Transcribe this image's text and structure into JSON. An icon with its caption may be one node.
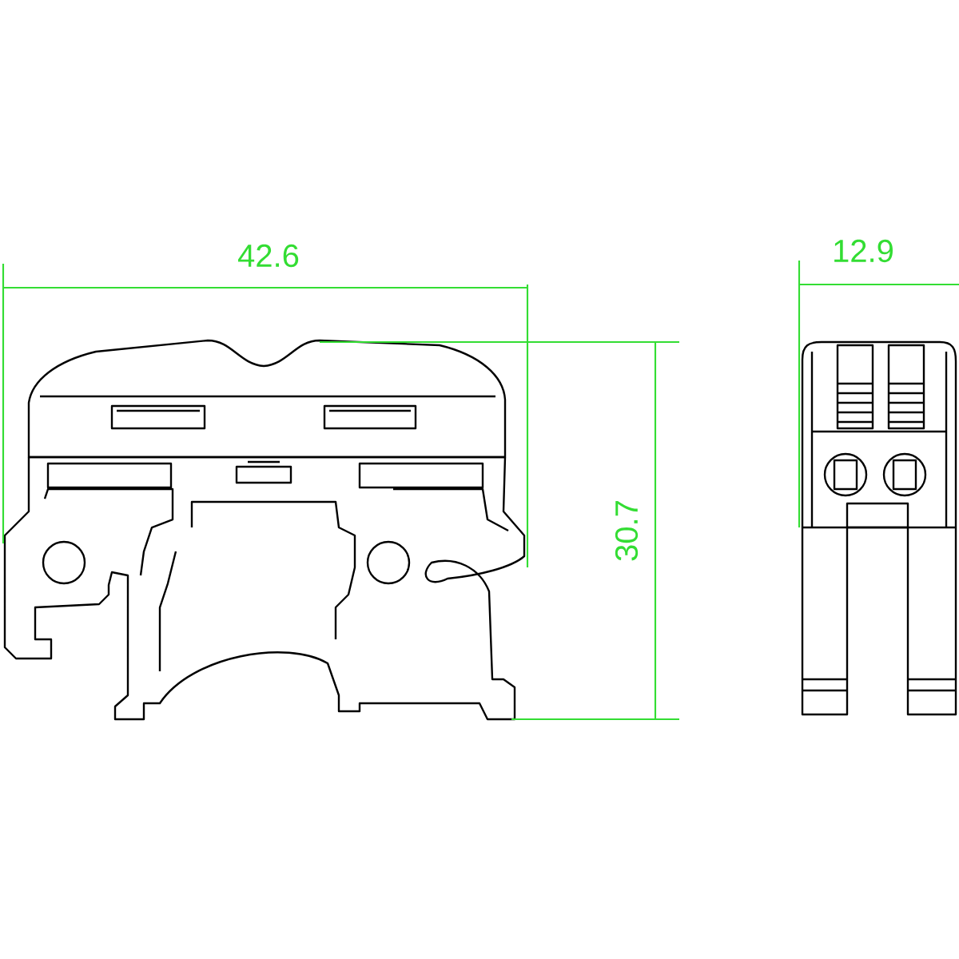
{
  "diagram": {
    "labels": [
      "42.6",
      "12.9",
      "30.7"
    ]
  }
}
